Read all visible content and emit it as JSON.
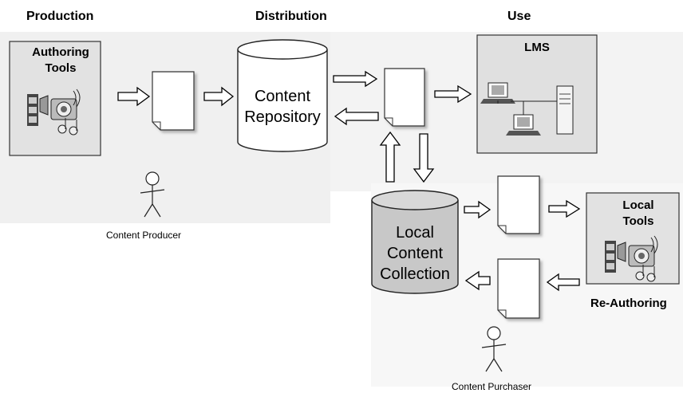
{
  "headers": {
    "production": "Production",
    "distribution": "Distribution",
    "use": "Use"
  },
  "authoring_tools": {
    "line1": "Authoring",
    "line2": "Tools"
  },
  "content_repository": {
    "line1": "Content",
    "line2": "Repository"
  },
  "lms": {
    "label": "LMS"
  },
  "local_content_collection": {
    "line1": "Local",
    "line2": "Content",
    "line3": "Collection"
  },
  "local_tools": {
    "line1": "Local",
    "line2": "Tools"
  },
  "re_authoring": "Re-Authoring",
  "actors": {
    "producer": "Content Producer",
    "purchaser": "Content Purchaser"
  },
  "colors": {
    "tool_box_bg": "#e2e2e2",
    "local_cylinder_fill": "#c8c8c8",
    "arrow_fill": "#ffffff",
    "arrow_stroke": "#000000"
  },
  "icons": [
    "media-tools-icon",
    "computer-network-icon",
    "stick-figure-icon",
    "document-icon"
  ]
}
